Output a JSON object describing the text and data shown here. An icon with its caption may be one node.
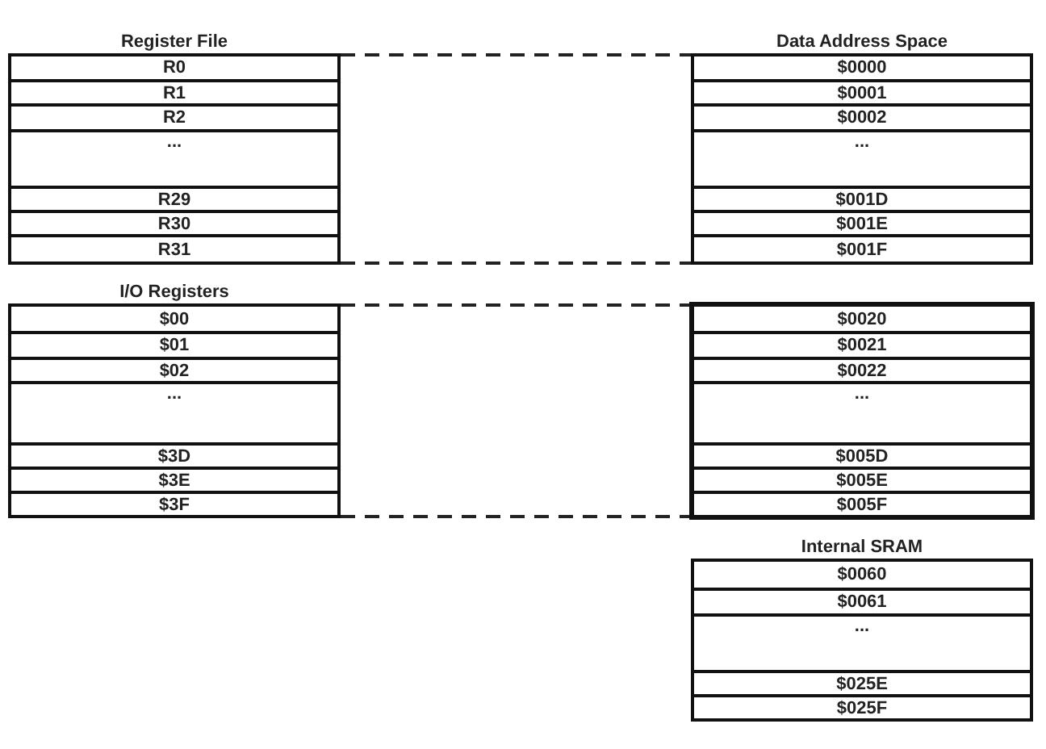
{
  "diagram": {
    "nodes": [
      {
        "text": [
          "Register File"
        ]
      },
      {
        "text": [
          "R0"
        ],
        "in": 0
      },
      {
        "text": [
          "R1"
        ],
        "in": 0
      },
      {
        "text": [
          "R2"
        ],
        "in": 0
      },
      {
        "text": [
          "..."
        ],
        "in": 0
      },
      {
        "text": [
          "R29"
        ],
        "in": 0
      },
      {
        "text": [
          "R30"
        ],
        "in": 0
      },
      {
        "text": [
          "R31"
        ],
        "in": 0
      },
      {
        "text": [
          "Data Address Space"
        ]
      },
      {
        "text": [
          "$0000"
        ],
        "in": 8
      },
      {
        "text": [
          "$0001"
        ],
        "in": 8
      },
      {
        "text": [
          "$0002"
        ],
        "in": 8
      },
      {
        "text": [
          "..."
        ],
        "in": 8
      },
      {
        "text": [
          "$001D"
        ],
        "in": 8
      },
      {
        "text": [
          "$001E"
        ],
        "in": 8
      },
      {
        "text": [
          "$001F"
        ],
        "in": 8
      },
      {
        "text": [
          "I/O Registers"
        ]
      },
      {
        "text": [
          "$00"
        ],
        "in": 16
      },
      {
        "text": [
          "$01"
        ],
        "in": 16
      },
      {
        "text": [
          "$02"
        ],
        "in": 16
      },
      {
        "text": [
          "..."
        ],
        "in": 16
      },
      {
        "text": [
          "$3D"
        ],
        "in": 16
      },
      {
        "text": [
          "$3E"
        ],
        "in": 16
      },
      {
        "text": [
          "$3F"
        ],
        "in": 16
      },
      {
        "text": [],
        "shape": "box"
      },
      {
        "text": [
          "$0020"
        ],
        "in": 24
      },
      {
        "text": [
          "$0021"
        ],
        "in": 24
      },
      {
        "text": [
          "$0022"
        ],
        "in": 24
      },
      {
        "text": [
          "..."
        ],
        "in": 24
      },
      {
        "text": [
          "$005D"
        ],
        "in": 24
      },
      {
        "text": [
          "$005E"
        ],
        "in": 24
      },
      {
        "text": [
          "$005F"
        ],
        "in": 24
      },
      {
        "text": [
          "Internal SRAM"
        ]
      },
      {
        "text": [
          "$0060"
        ],
        "in": 32
      },
      {
        "text": [
          "$0061"
        ],
        "in": 32
      },
      {
        "text": [
          "..."
        ],
        "in": 32
      },
      {
        "text": [
          "$025E"
        ],
        "in": 32
      },
      {
        "text": [
          "$025F"
        ],
        "in": 32
      }
    ],
    "edges": [
      {
        "from": 1,
        "to": 9,
        "arrow": "none",
        "style": "dashed"
      },
      {
        "from": 7,
        "to": 15,
        "arrow": "none",
        "style": "dashed"
      },
      {
        "from": 17,
        "to": 25,
        "arrow": "none",
        "style": "dashed"
      },
      {
        "from": 23,
        "to": 31,
        "arrow": "none",
        "style": "dashed"
      }
    ]
  }
}
